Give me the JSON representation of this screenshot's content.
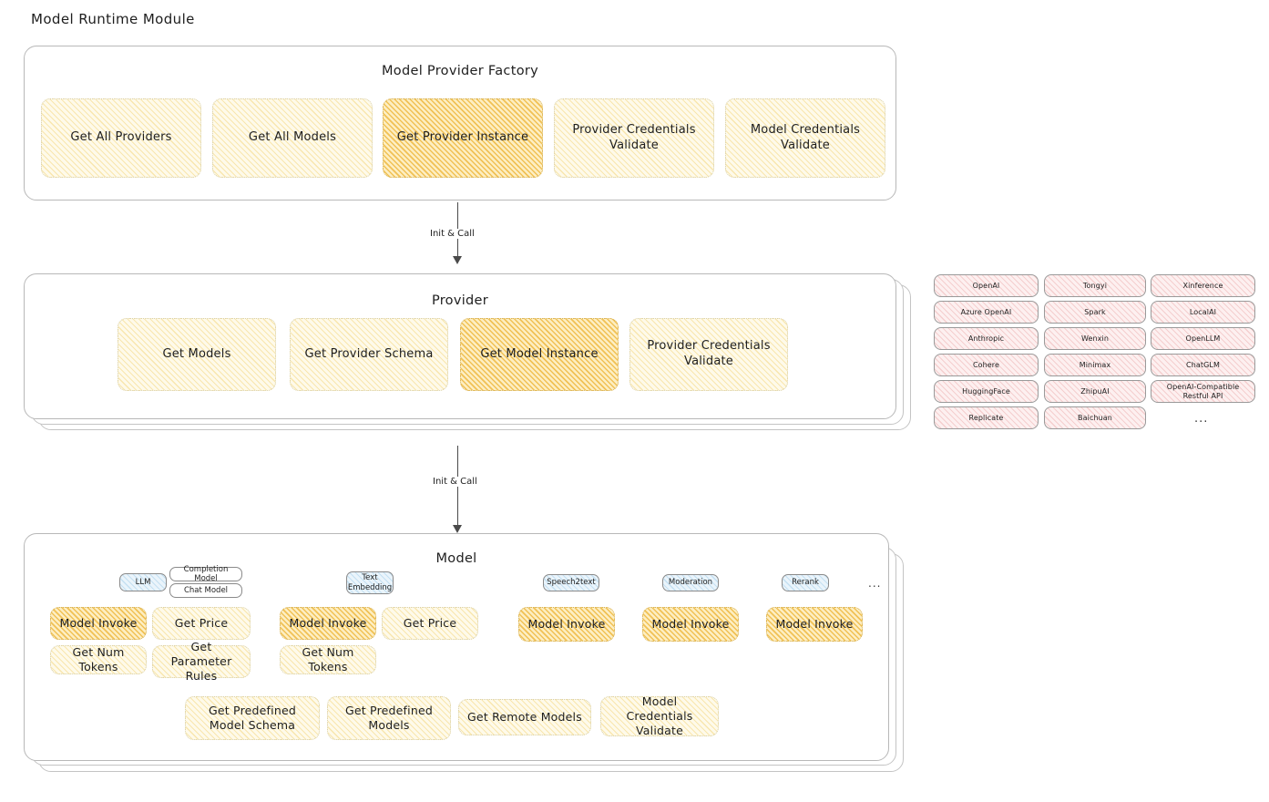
{
  "page": {
    "title": "Model Runtime Module"
  },
  "factory_panel": {
    "title": "Model Provider Factory",
    "nodes": [
      {
        "label": "Get All Providers",
        "highlight": false
      },
      {
        "label": "Get All Models",
        "highlight": false
      },
      {
        "label": "Get Provider Instance",
        "highlight": true
      },
      {
        "label": "Provider Credentials Validate",
        "highlight": false
      },
      {
        "label": "Model Credentials Validate",
        "highlight": false
      }
    ]
  },
  "arrow_1": {
    "label": "Init & Call"
  },
  "provider_panel": {
    "title": "Provider",
    "nodes": [
      {
        "label": "Get Models",
        "highlight": false
      },
      {
        "label": "Get Provider Schema",
        "highlight": false
      },
      {
        "label": "Get Model Instance",
        "highlight": true
      },
      {
        "label": "Provider Credentials Validate",
        "highlight": false
      }
    ]
  },
  "arrow_2": {
    "label": "Init & Call"
  },
  "provider_list": {
    "column_1": [
      "OpenAI",
      "Azure OpenAI",
      "Anthropic",
      "Cohere",
      "HuggingFace",
      "Replicate"
    ],
    "column_2": [
      "Tongyi",
      "Spark",
      "Wenxin",
      "Minimax",
      "ZhipuAI",
      "Baichuan"
    ],
    "column_3": [
      "Xinference",
      "LocalAI",
      "OpenLLM",
      "ChatGLM",
      "OpenAI-Compatible Restful API"
    ],
    "more": "..."
  },
  "model_panel": {
    "title": "Model",
    "more": "...",
    "types": [
      {
        "name": "LLM",
        "subtypes": [
          "Completion Model",
          "Chat Model"
        ]
      },
      {
        "name": "Text Embedding",
        "subtypes": []
      },
      {
        "name": "Speech2text",
        "subtypes": []
      },
      {
        "name": "Moderation",
        "subtypes": []
      },
      {
        "name": "Rerank",
        "subtypes": []
      }
    ],
    "llm_ops": [
      {
        "label": "Model Invoke",
        "highlight": true
      },
      {
        "label": "Get Price",
        "highlight": false
      },
      {
        "label": "Get Num Tokens",
        "highlight": false
      },
      {
        "label": "Get Parameter Rules",
        "highlight": false
      }
    ],
    "embedding_ops": [
      {
        "label": "Model Invoke",
        "highlight": true
      },
      {
        "label": "Get Price",
        "highlight": false
      },
      {
        "label": "Get Num Tokens",
        "highlight": false
      }
    ],
    "speech_ops": [
      {
        "label": "Model Invoke",
        "highlight": true
      }
    ],
    "moderation_ops": [
      {
        "label": "Model Invoke",
        "highlight": true
      }
    ],
    "rerank_ops": [
      {
        "label": "Model Invoke",
        "highlight": true
      }
    ],
    "common_ops": [
      {
        "label": "Get Predefined Model Schema",
        "highlight": false
      },
      {
        "label": "Get Predefined Models",
        "highlight": false
      },
      {
        "label": "Get Remote Models",
        "highlight": false
      },
      {
        "label": "Model Credentials Validate",
        "highlight": false
      }
    ]
  },
  "colors": {
    "highlight_fill": "#f3c260",
    "light_fill": "#fdf3d4",
    "provider_chip_fill": "#fdf0f0",
    "type_badge_fill": "#eaf4fb",
    "panel_border": "#b8b8b8",
    "text": "#1e1e1e"
  }
}
